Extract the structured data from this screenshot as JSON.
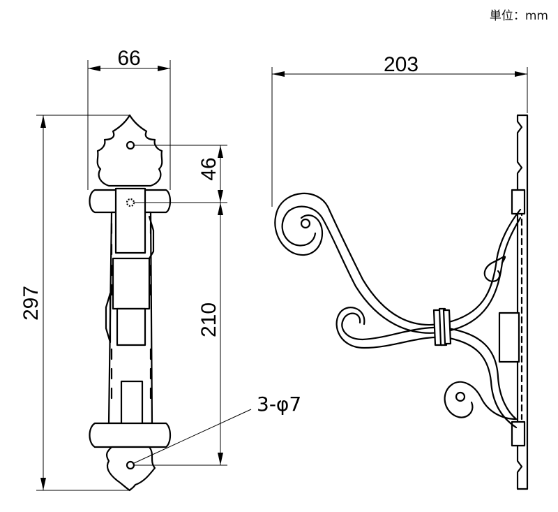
{
  "unit_label": "単位：mm",
  "dimensions": {
    "width_front": "66",
    "height_total": "297",
    "hole_top_spacing": "46",
    "hole_spacing": "210",
    "projection": "203"
  },
  "hole_note": "3-φ7"
}
